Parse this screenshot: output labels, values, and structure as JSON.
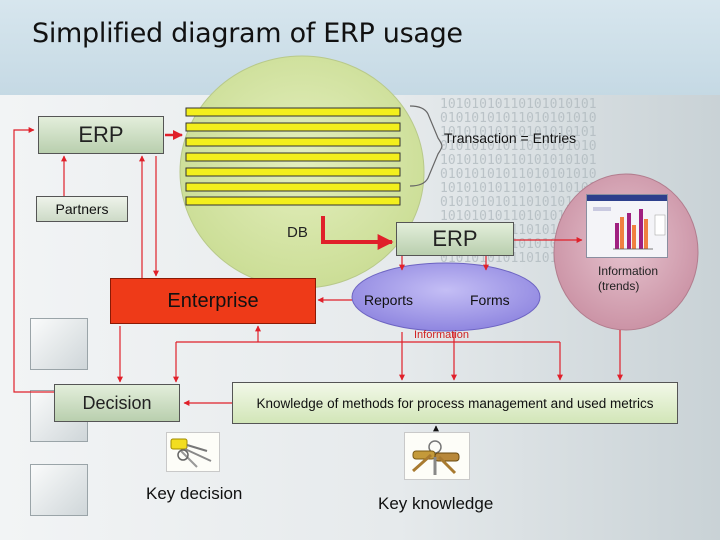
{
  "slide": {
    "title": "Simplified diagram of ERP usage"
  },
  "diagram": {
    "erp_top": "ERP",
    "transaction": "Transaction = Entries",
    "partners": "Partners",
    "db": "DB",
    "erp_middle": "ERP",
    "enterprise": "Enterprise",
    "reports": "Reports",
    "forms": "Forms",
    "information_trends": "Information (trends)",
    "information": "Information",
    "decision": "Decision",
    "knowledge": "Knowledge of methods for process management and used metrics",
    "key_decision": "Key decision",
    "key_knowledge": "Key knowledge"
  },
  "background": {
    "binary_text": "10101010110101010101\n01010101011010101010\n10101010110101010101\n01010101011010101010\n10101010110101010101\n01010101011010101010\n10101010110101010101\n01010101011010101010\n10101010110101010101\n01010101011010101010\n10101010110101010101\n01010101011010101010"
  },
  "colors": {
    "arrow_red": "#e0202a",
    "enterprise_red": "#ee3a18",
    "db_ellipse": "#d6e6a6",
    "entries_yellow": "#f3ef1c",
    "reports_ellipse": "#a8a0ea"
  },
  "icons": [
    "keys-photo",
    "key-bunch-photo",
    "bar-chart-thumbnail"
  ]
}
